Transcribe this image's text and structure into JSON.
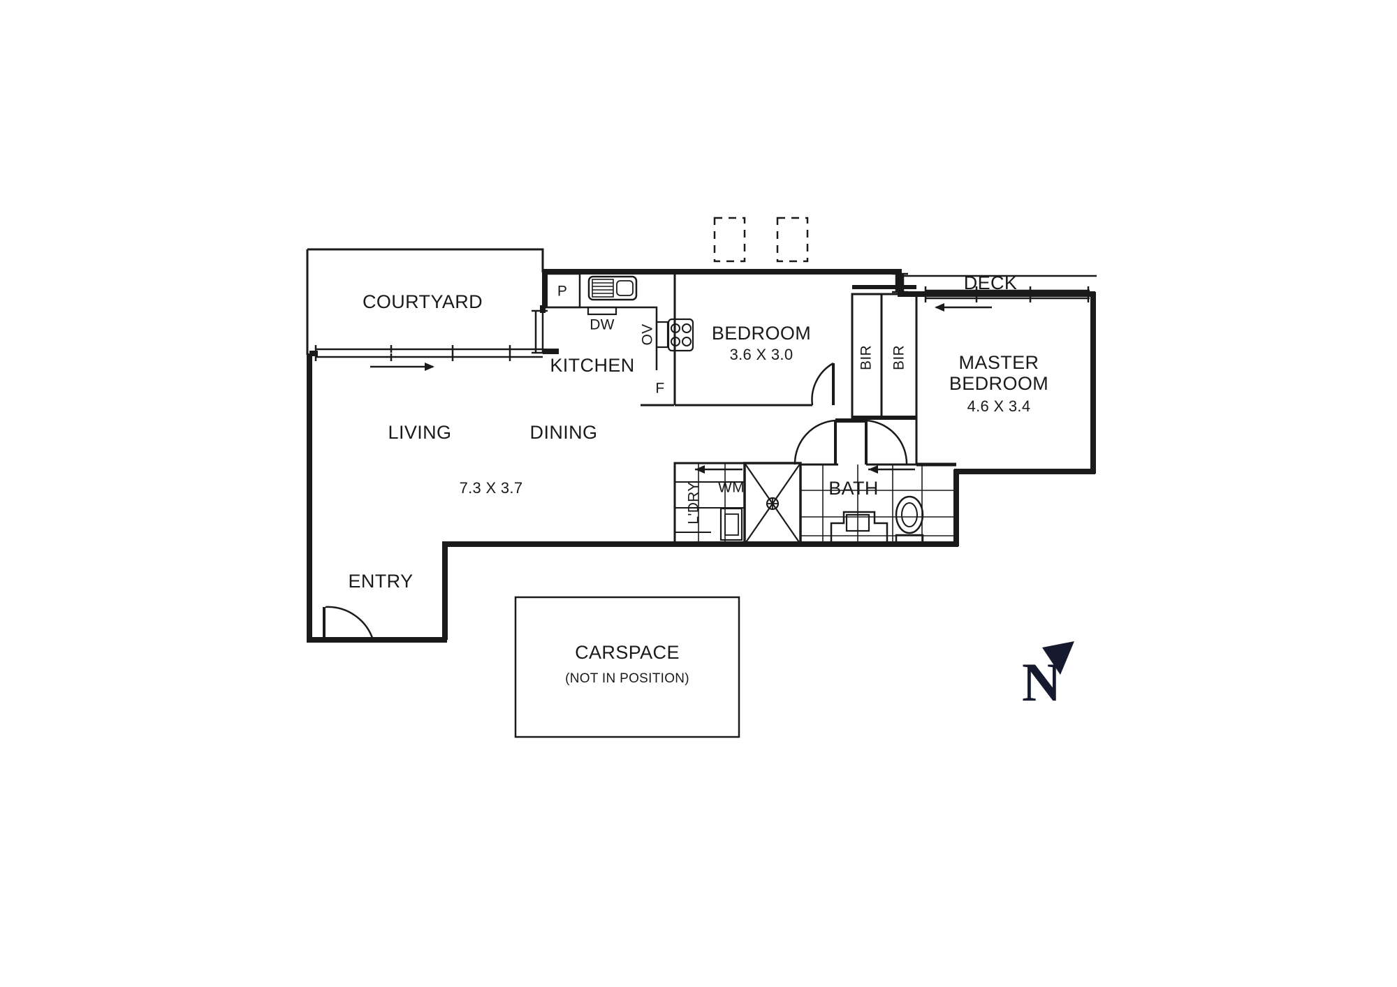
{
  "plan": {
    "title": "Apartment Floor Plan",
    "background_color": "#ffffff",
    "line_color": "#1a1a1a",
    "north_color": "#161A2E"
  },
  "rooms": [
    {
      "key": "courtyard",
      "name": "COURTYARD",
      "dimensions": ""
    },
    {
      "key": "kitchen",
      "name": "KITCHEN",
      "dimensions": ""
    },
    {
      "key": "living",
      "name": "LIVING",
      "dimensions": ""
    },
    {
      "key": "dining",
      "name": "DINING",
      "dimensions": ""
    },
    {
      "key": "living_dining",
      "name": "",
      "dimensions": "7.3 X 3.7"
    },
    {
      "key": "entry",
      "name": "ENTRY",
      "dimensions": ""
    },
    {
      "key": "bedroom2",
      "name": "BEDROOM",
      "dimensions": "3.6 X 3.0"
    },
    {
      "key": "master",
      "name_line1": "MASTER",
      "name_line2": "BEDROOM",
      "dimensions": "4.6 X 3.4"
    },
    {
      "key": "bath",
      "name": "BATH",
      "dimensions": ""
    },
    {
      "key": "deck",
      "name": "DECK",
      "dimensions": ""
    },
    {
      "key": "laundry",
      "name": "L'DRY",
      "dimensions": ""
    },
    {
      "key": "carspace",
      "name": "CARSPACE",
      "note": "(NOT IN POSITION)"
    }
  ],
  "labels": {
    "courtyard": "COURTYARD",
    "kitchen": "KITCHEN",
    "living": "LIVING",
    "dining": "DINING",
    "living_dining_dim": "7.3 X 3.7",
    "entry": "ENTRY",
    "bedroom2": "BEDROOM",
    "bedroom2_dim": "3.6 X 3.0",
    "master_line1": "MASTER",
    "master_line2": "BEDROOM",
    "master_dim": "4.6 X 3.4",
    "bath": "BATH",
    "deck": "DECK",
    "laundry": "L'DRY",
    "carspace": "CARSPACE",
    "carspace_note": "(NOT IN POSITION)"
  },
  "appliances": {
    "pantry": "P",
    "dishwasher": "DW",
    "oven": "OV",
    "fridge": "F",
    "washing_machine": "WM",
    "bir_left": "BIR",
    "bir_right": "BIR"
  },
  "compass": {
    "letter": "N"
  }
}
